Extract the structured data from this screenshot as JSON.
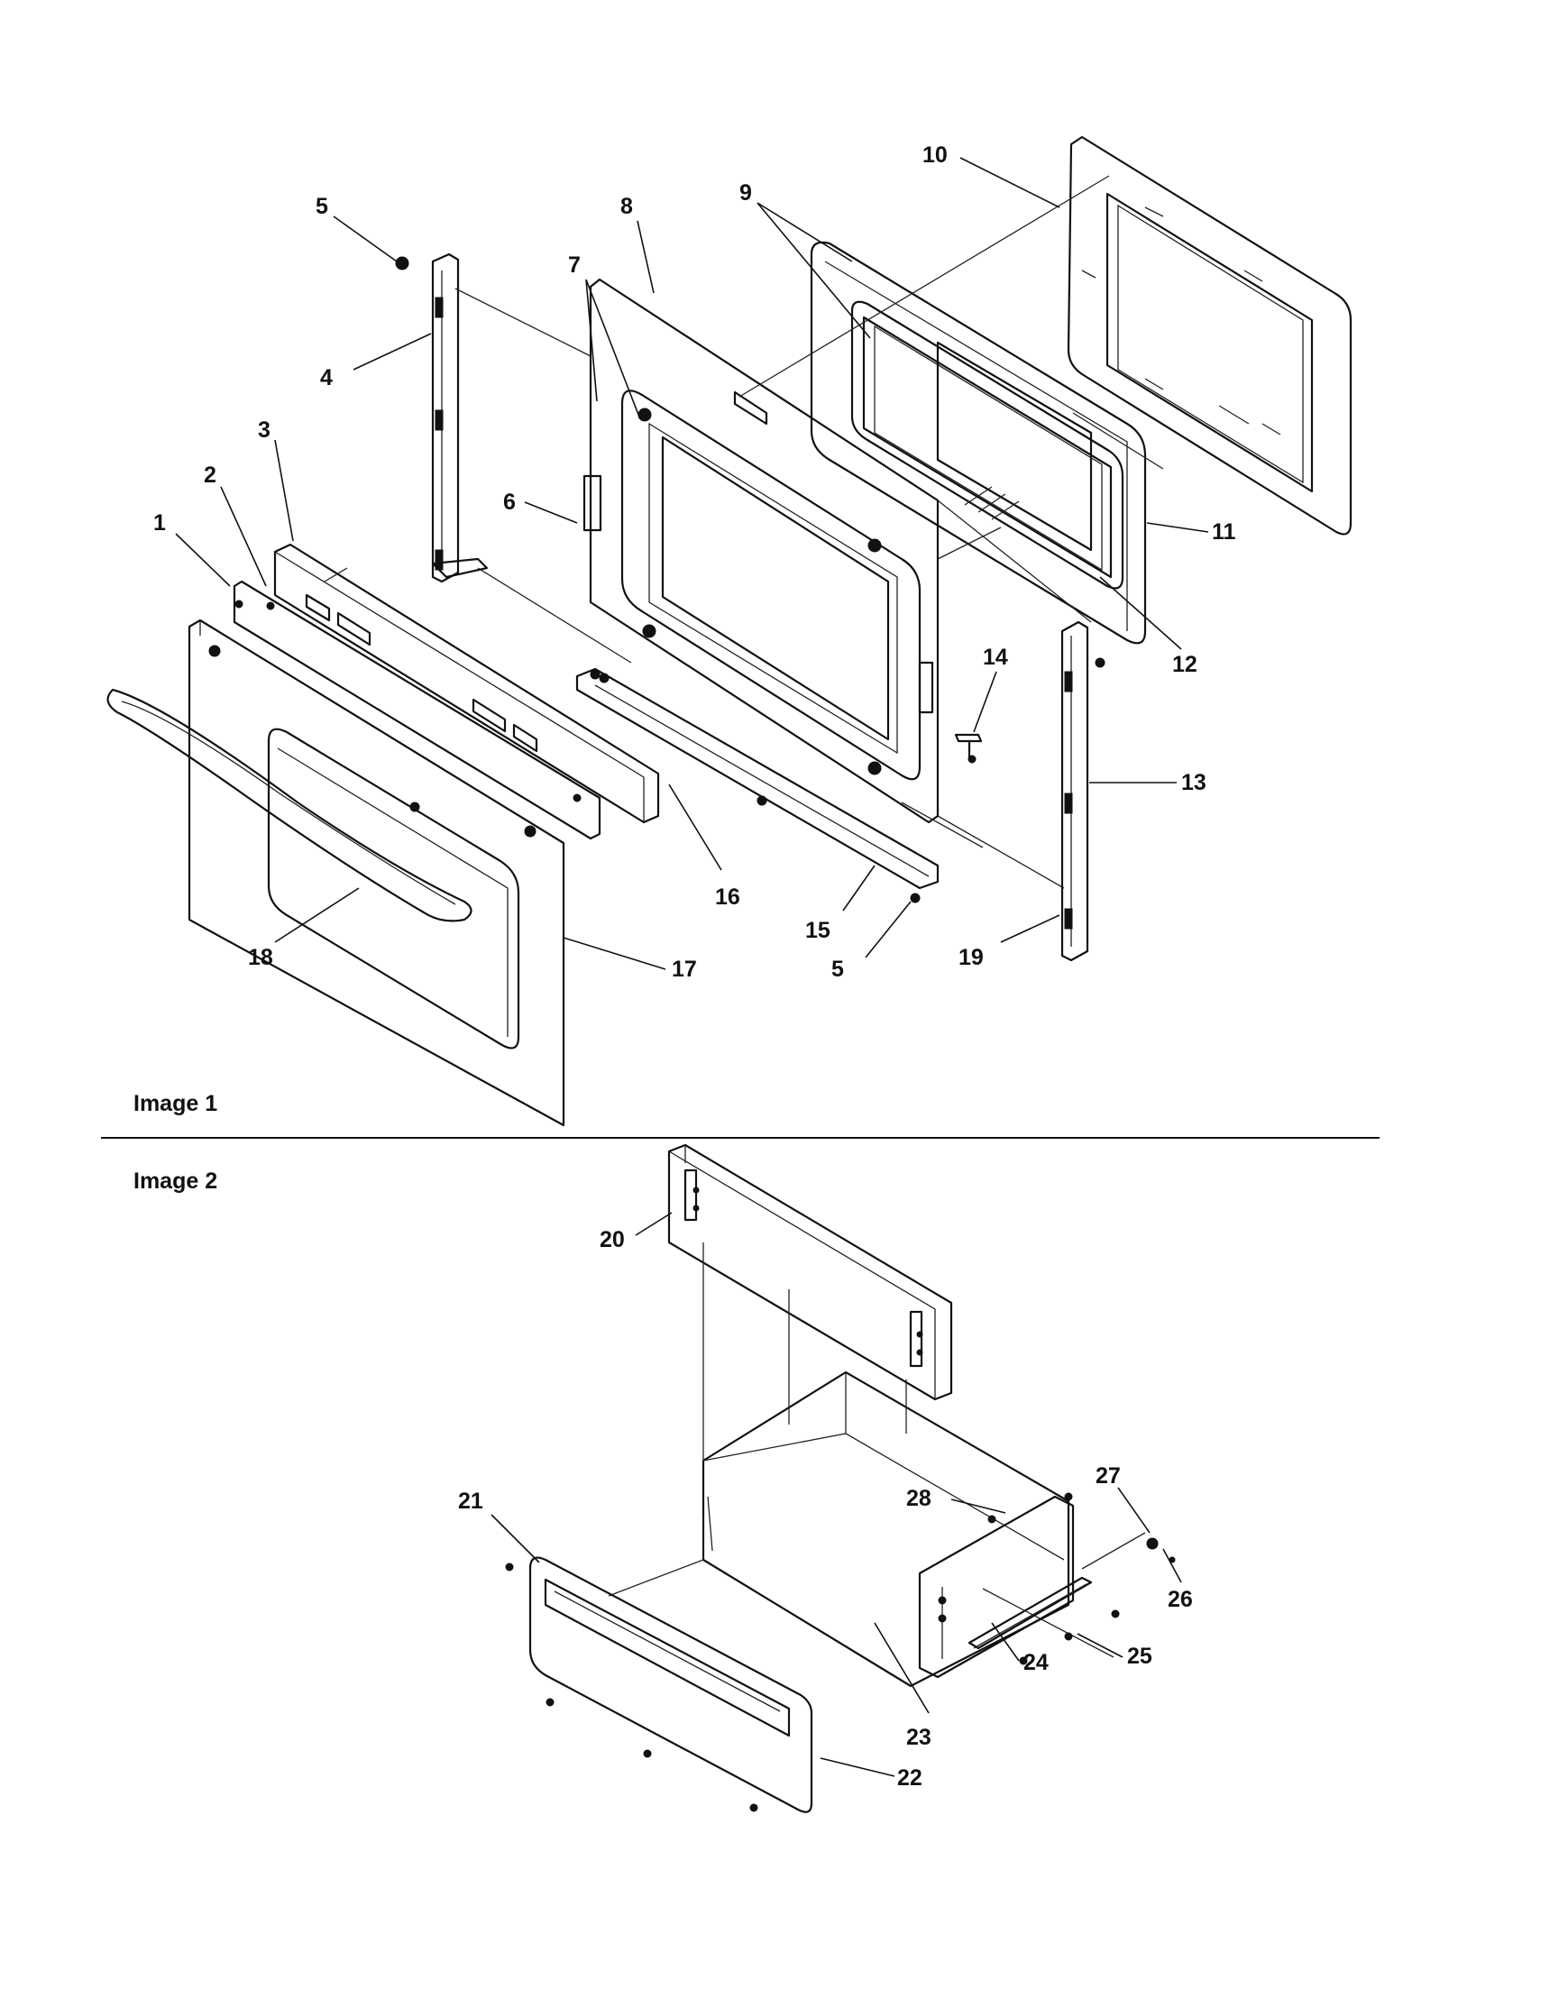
{
  "sections": [
    {
      "caption": "Image 1",
      "callouts": [
        {
          "id": "1",
          "label": "1"
        },
        {
          "id": "2",
          "label": "2"
        },
        {
          "id": "3",
          "label": "3"
        },
        {
          "id": "4",
          "label": "4"
        },
        {
          "id": "5a",
          "label": "5"
        },
        {
          "id": "6",
          "label": "6"
        },
        {
          "id": "7",
          "label": "7"
        },
        {
          "id": "8",
          "label": "8"
        },
        {
          "id": "9",
          "label": "9"
        },
        {
          "id": "10",
          "label": "10"
        },
        {
          "id": "11",
          "label": "11"
        },
        {
          "id": "12",
          "label": "12"
        },
        {
          "id": "13",
          "label": "13"
        },
        {
          "id": "14",
          "label": "14"
        },
        {
          "id": "15",
          "label": "15"
        },
        {
          "id": "16",
          "label": "16"
        },
        {
          "id": "17",
          "label": "17"
        },
        {
          "id": "18",
          "label": "18"
        },
        {
          "id": "19",
          "label": "19"
        },
        {
          "id": "5b",
          "label": "5"
        }
      ]
    },
    {
      "caption": "Image 2",
      "callouts": [
        {
          "id": "20",
          "label": "20"
        },
        {
          "id": "21",
          "label": "21"
        },
        {
          "id": "22",
          "label": "22"
        },
        {
          "id": "23",
          "label": "23"
        },
        {
          "id": "24",
          "label": "24"
        },
        {
          "id": "25",
          "label": "25"
        },
        {
          "id": "26",
          "label": "26"
        },
        {
          "id": "27",
          "label": "27"
        },
        {
          "id": "28",
          "label": "28"
        }
      ]
    }
  ]
}
